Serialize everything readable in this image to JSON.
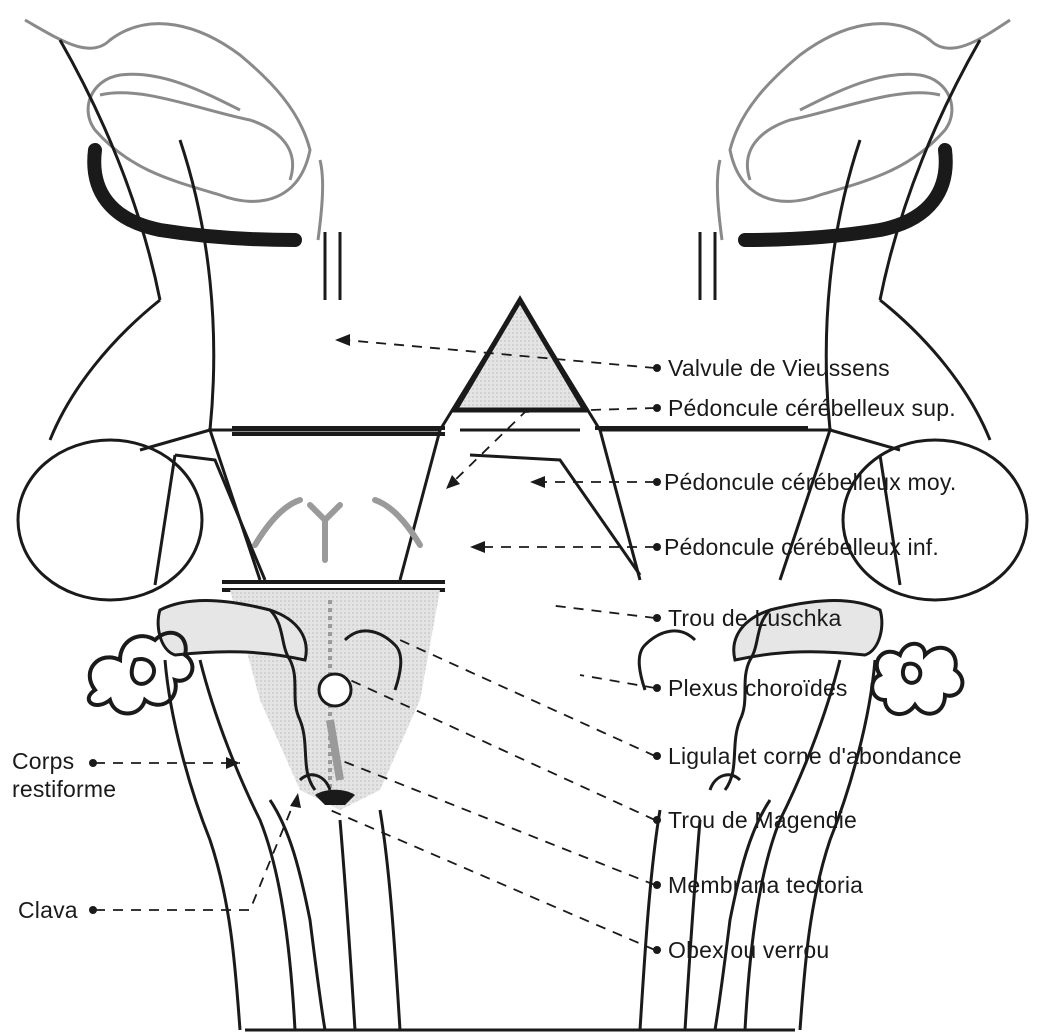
{
  "diagram": {
    "labels": {
      "valvule": "Valvule de Vieussens",
      "ped_sup": "Pédoncule cérébelleux sup.",
      "ped_moy": "Pédoncule cérébelleux moy.",
      "ped_inf": "Pédoncule cérébelleux inf.",
      "luschka": "Trou de Luschka",
      "plexus": "Plexus choroïdes",
      "ligula": "Ligula et corne d'abondance",
      "magendie": "Trou de Magendie",
      "tectoria": "Membrana tectoria",
      "obex": "Obex ou verrou",
      "corps_1": "Corps",
      "corps_2": "restiforme",
      "clava": "Clava"
    },
    "colors": {
      "ink": "#1a1a1a",
      "gray_outline": "#8a8a8a",
      "shade": "#d9d9d9",
      "dark_fill": "#9a9a9a"
    }
  }
}
